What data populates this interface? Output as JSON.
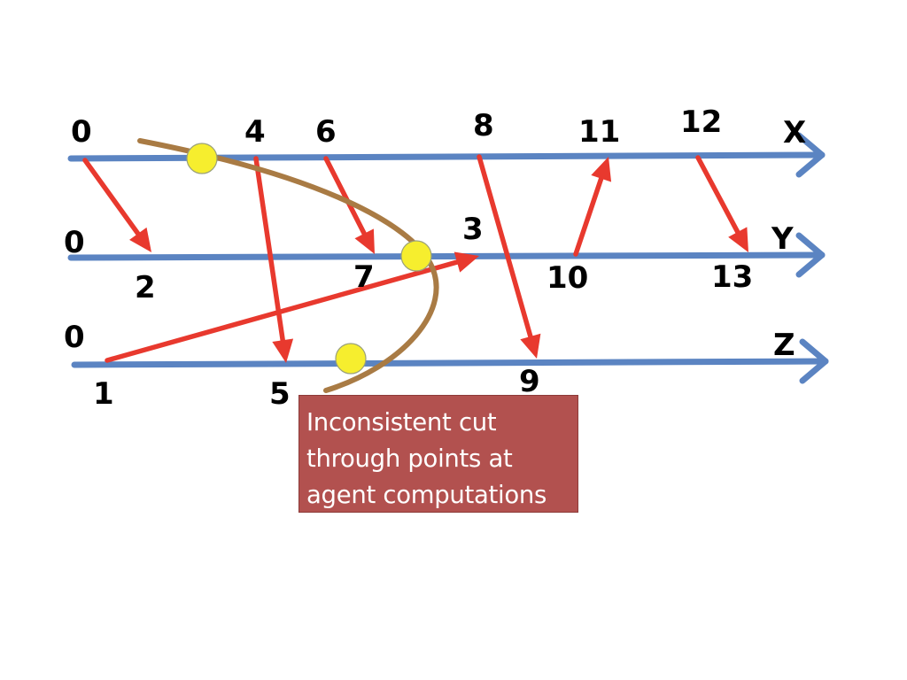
{
  "process_labels": {
    "x": "X",
    "y": "Y",
    "z": "Z"
  },
  "event_labels": {
    "x_0": "0",
    "x_4": "4",
    "x_6": "6",
    "x_8": "8",
    "x_11": "11",
    "x_12": "12",
    "y_0": "0",
    "y_2": "2",
    "y_3": "3",
    "y_7": "7",
    "y_10": "10",
    "y_13": "13",
    "z_0": "0",
    "z_1": "1",
    "z_5": "5",
    "z_9": "9"
  },
  "callout": {
    "line_1": "Inconsistent cut",
    "line_2": "through points at",
    "line_3": "agent computations"
  },
  "colors": {
    "timeline": "#5b84c2",
    "message": "#e8392e",
    "cut_curve": "#a97b44",
    "cut_point": "#f6ee2e",
    "callout_bg": "#b2514f"
  }
}
